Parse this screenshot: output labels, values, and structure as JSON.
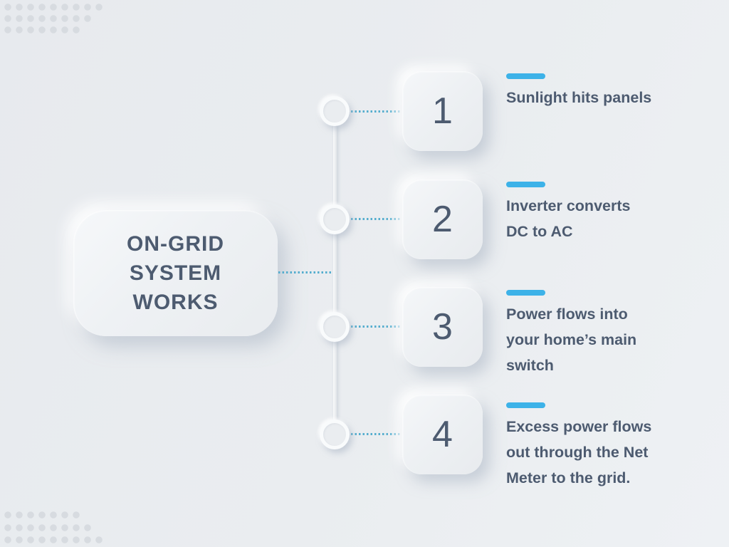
{
  "title": {
    "full": "ON-GRID SYSTEM WORKS",
    "lines": [
      "ON-GRID",
      "SYSTEM",
      "WORKS"
    ]
  },
  "steps": [
    {
      "number": "1",
      "text": "Sunlight hits panels"
    },
    {
      "number": "2",
      "text": "Inverter converts DC to AC"
    },
    {
      "number": "3",
      "text": "Power flows into your home’s main switch"
    },
    {
      "number": "4",
      "text": "Excess power flows out through the Net Meter to the grid."
    }
  ],
  "colors": {
    "accent": "#3db2e8",
    "dotted_line": "#55adce",
    "text": "#4d5b70",
    "background": "#eaedf0"
  }
}
